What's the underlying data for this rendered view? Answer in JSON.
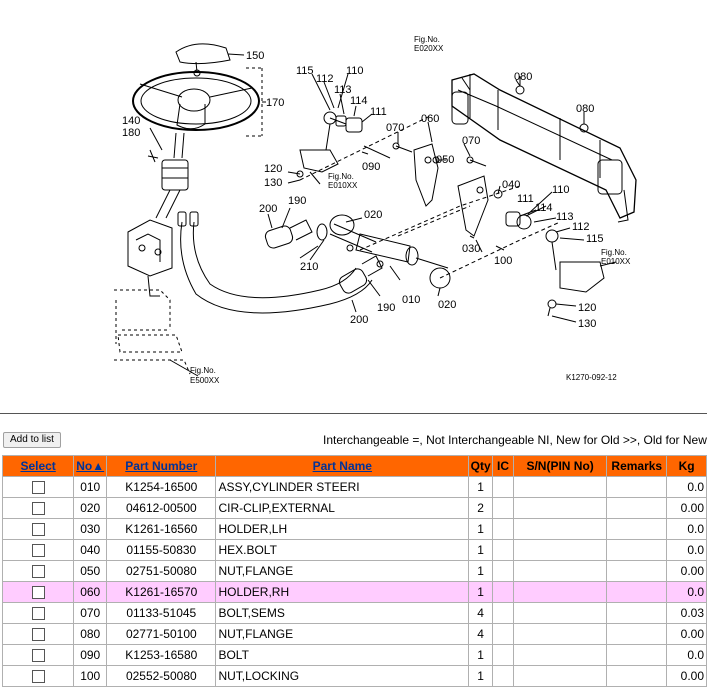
{
  "diagram": {
    "labels": {
      "l150": "150",
      "l170": "170",
      "l140": "140",
      "l180": "180",
      "l115a": "115",
      "l112a": "112",
      "l110a": "110",
      "l113a": "113",
      "l114a": "114",
      "l111a": "111",
      "l070a": "070",
      "l060": "060",
      "l050": "050",
      "l070b": "070",
      "l090": "090",
      "l120a": "120",
      "l130a": "130",
      "l200a": "200",
      "l190a": "190",
      "l020a": "020",
      "l210": "210",
      "l190b": "190",
      "l200b": "200",
      "l010": "010",
      "l020b": "020",
      "l030": "030",
      "l100": "100",
      "l040": "040",
      "l110b": "110",
      "l111b": "111",
      "l114b": "114",
      "l113b": "113",
      "l112b": "112",
      "l115b": "115",
      "l120b": "120",
      "l130b": "130",
      "l080a": "080",
      "l080b": "080"
    },
    "figref_e020": [
      "Fig.No.",
      "E020XX"
    ],
    "figref_e010a": [
      "Fig.No.",
      "E010XX"
    ],
    "figref_e010b": [
      "Fig.No.",
      "E010XX"
    ],
    "figref_e500": [
      "Fig.No.",
      "E500XX"
    ],
    "drawing_code": "K1270-092-12"
  },
  "toolbar": {
    "add_button": "Add to list",
    "legend": "Interchangeable =, Not Interchangeable NI, New for Old >>, Old for New"
  },
  "table": {
    "headers": {
      "select": "Select",
      "no": "No▲",
      "part_number": "Part Number",
      "part_name": "Part Name",
      "qty": "Qty",
      "ic": "IC",
      "sn": "S/N(PIN No)",
      "remarks": "Remarks",
      "kg": "Kg"
    },
    "rows": [
      {
        "no": "010",
        "part_number": "K1254-16500",
        "part_name": "ASSY,CYLINDER STEERI",
        "qty": "1",
        "kg": "0.0"
      },
      {
        "no": "020",
        "part_number": "04612-00500",
        "part_name": "CIR-CLIP,EXTERNAL",
        "qty": "2",
        "kg": "0.00"
      },
      {
        "no": "030",
        "part_number": "K1261-16560",
        "part_name": "HOLDER,LH",
        "qty": "1",
        "kg": "0.0"
      },
      {
        "no": "040",
        "part_number": "01155-50830",
        "part_name": "HEX.BOLT",
        "qty": "1",
        "kg": "0.0"
      },
      {
        "no": "050",
        "part_number": "02751-50080",
        "part_name": "NUT,FLANGE",
        "qty": "1",
        "kg": "0.00"
      },
      {
        "no": "060",
        "part_number": "K1261-16570",
        "part_name": "HOLDER,RH",
        "qty": "1",
        "kg": "0.0"
      },
      {
        "no": "070",
        "part_number": "01133-51045",
        "part_name": "BOLT,SEMS",
        "qty": "4",
        "kg": "0.03"
      },
      {
        "no": "080",
        "part_number": "02771-50100",
        "part_name": "NUT,FLANGE",
        "qty": "4",
        "kg": "0.00"
      },
      {
        "no": "090",
        "part_number": "K1253-16580",
        "part_name": "BOLT",
        "qty": "1",
        "kg": "0.0"
      },
      {
        "no": "100",
        "part_number": "02552-50080",
        "part_name": "NUT,LOCKING",
        "qty": "1",
        "kg": "0.00"
      }
    ]
  },
  "colors": {
    "header_bg": "#ff6600",
    "header_link": "#003399",
    "highlight_row": "#ffccff"
  }
}
